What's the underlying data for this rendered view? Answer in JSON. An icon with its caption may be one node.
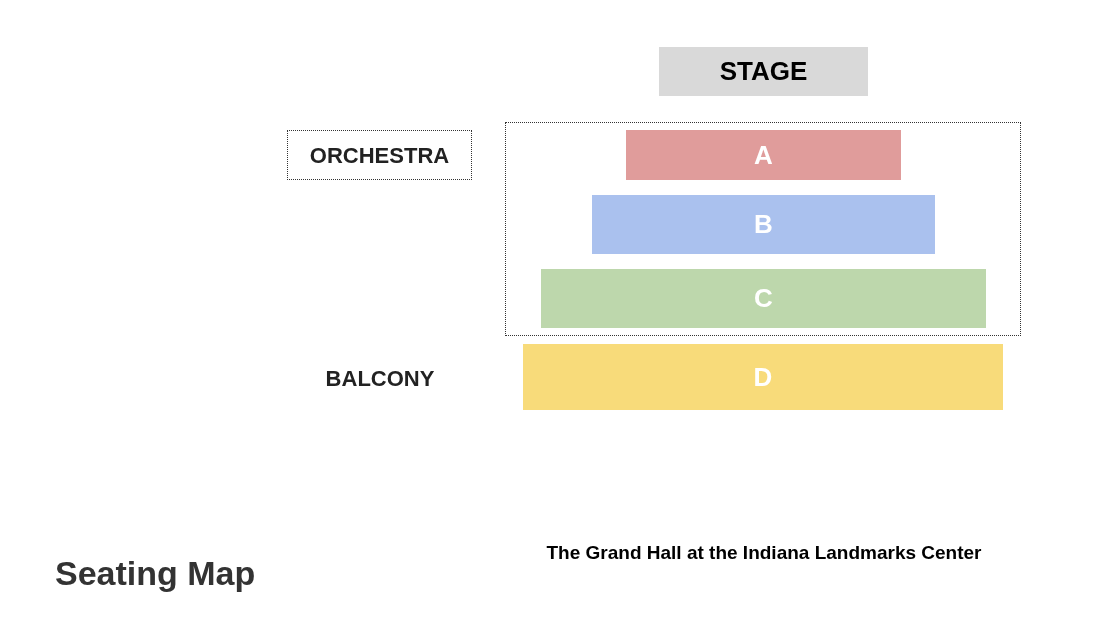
{
  "diagram": {
    "title": "Seating Map",
    "caption": "The Grand Hall at the Indiana Landmarks Center",
    "nodes": [
      {
        "text": [
          "STAGE"
        ]
      },
      {
        "text": [
          "ORCHESTRA"
        ]
      },
      {
        "text": [],
        "shape": "box"
      },
      {
        "text": [
          "A"
        ],
        "in": 2
      },
      {
        "text": [
          "B"
        ],
        "in": 2
      },
      {
        "text": [
          "C"
        ],
        "in": 2
      },
      {
        "text": [
          "D"
        ]
      }
    ],
    "labels": [
      "BALCONY"
    ]
  }
}
